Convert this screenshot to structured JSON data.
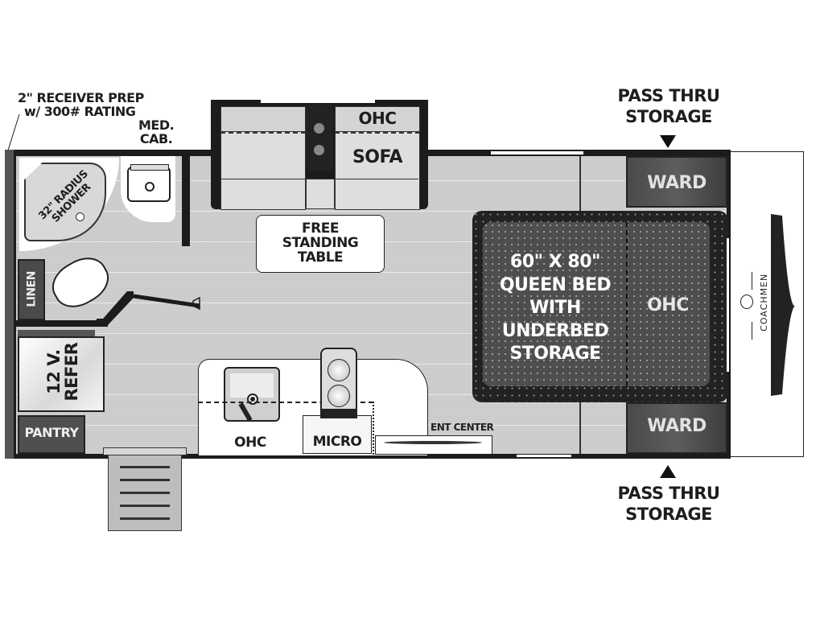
{
  "floorplan": {
    "brand": "COACHMEN",
    "colors": {
      "wall": "#1c1c1c",
      "floor": "#cbcbcb",
      "panel_dark": "#4a4a4a",
      "bed_border": "#222222",
      "bed_fill": "#4e4e4e",
      "fixture": "#ffffff"
    },
    "exterior_labels": {
      "receiver_line1": "2\" RECEIVER PREP",
      "receiver_line2": "w/ 300# RATING",
      "med_cab_line1": "MED.",
      "med_cab_line2": "CAB.",
      "pass_thru_top_line1": "PASS THRU",
      "pass_thru_top_line2": "STORAGE",
      "pass_thru_bottom_line1": "PASS THRU",
      "pass_thru_bottom_line2": "STORAGE"
    },
    "rooms": {
      "shower": "32\" RADIUS SHOWER",
      "shower_line1": "32\" RADIUS",
      "shower_line2": "SHOWER",
      "linen": "LINEN",
      "refer_line1": "12 V.",
      "refer_line2": "REFER",
      "pantry": "PANTRY",
      "slide_ohc": "OHC",
      "sofa": "SOFA",
      "table_line1": "FREE",
      "table_line2": "STANDING",
      "table_line3": "TABLE",
      "kitchen_ohc": "OHC",
      "micro": "MICRO",
      "ent_center": "ENT CENTER",
      "bed_line1": "60\" X 80\"",
      "bed_line2": "QUEEN BED",
      "bed_line3": "WITH",
      "bed_line4": "UNDERBED",
      "bed_line5": "STORAGE",
      "bed_ohc": "OHC",
      "ward_top": "WARD",
      "ward_bottom": "WARD"
    }
  }
}
